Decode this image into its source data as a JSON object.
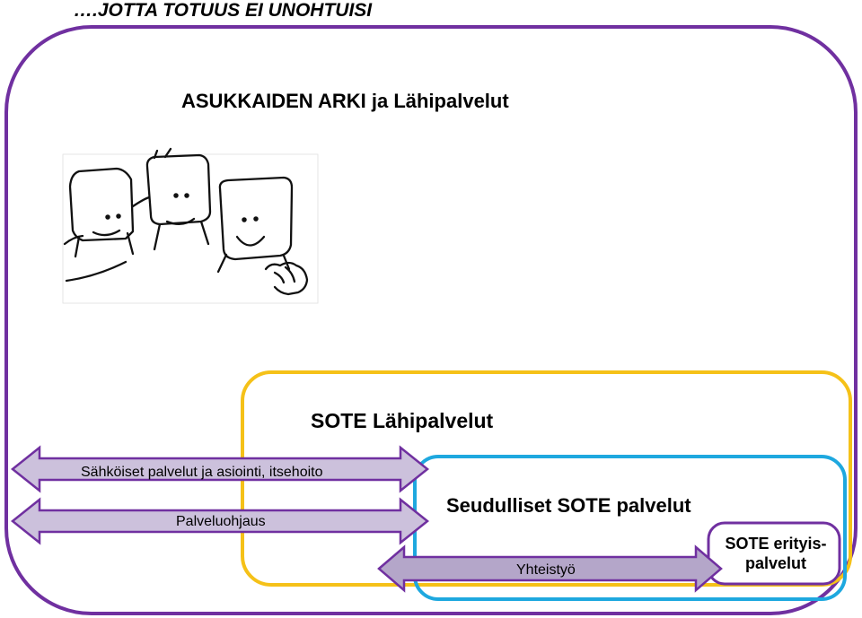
{
  "header": {
    "title": "….JOTTA TOTUUS EI UNOHTUISI"
  },
  "main": {
    "title": "ASUKKAIDEN ARKI ja Lähipalvelut"
  },
  "sote": {
    "title": "SOTE Lähipalvelut"
  },
  "seudullinen": {
    "title": "Seudulliset SOTE palvelut"
  },
  "erityis": {
    "title": "SOTE erityis-palvelut",
    "line1": "SOTE erityis-",
    "line2": "palvelut"
  },
  "arrows": {
    "sahkoiset": "Sähköiset palvelut ja  asiointi,  itsehoito",
    "ohjaus": "Palveluohjaus",
    "yhteistyo": "Yhteistyö"
  },
  "colors": {
    "purple": "#7030a0",
    "yellow": "#f5c118",
    "blue": "#1ea8df",
    "arrow_fill": "#ccc1dc",
    "arrow_stroke": "#7030a0"
  },
  "icons": {
    "illustration": "three-figures-sketch"
  }
}
